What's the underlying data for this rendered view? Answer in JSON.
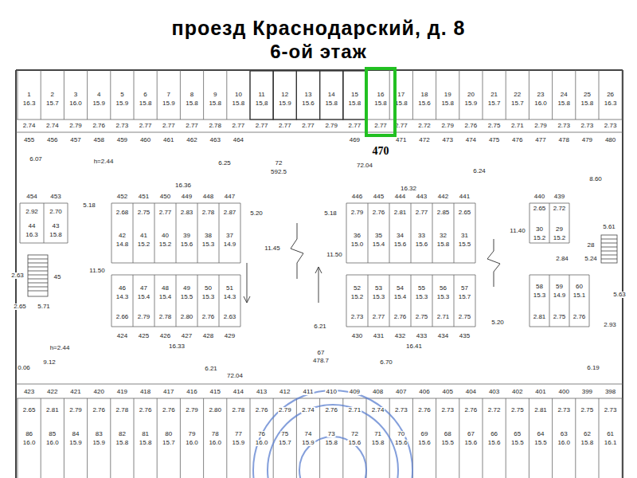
{
  "diagram": {
    "title": "проезд Краснодарский, д. 8",
    "nodes": [
      {
        "text": [
          "16",
          "15.8",
          "2.77"
        ]
      }
    ],
    "labels": [
      "6-ой этаж",
      "1",
      "16.3",
      "2",
      "15.7",
      "3",
      "16.0",
      "4",
      "15.9",
      "5",
      "15.9",
      "6",
      "15.8",
      "7",
      "15.9",
      "8",
      "15.8",
      "9",
      "15.8",
      "10",
      "15.8",
      "11",
      "15,8",
      "12",
      "15.9",
      "13",
      "15.6",
      "14",
      "15.8",
      "15",
      "15.8",
      "17",
      "15.8",
      "18",
      "15.6",
      "19",
      "15.8",
      "20",
      "15.9",
      "21",
      "15.7",
      "22",
      "15.7",
      "23",
      "16.0",
      "24",
      "15.8",
      "25",
      "15.8",
      "26",
      "16.3",
      "2.74",
      "2.74",
      "2.79",
      "2.76",
      "2.73",
      "2.77",
      "2.77",
      "2.77",
      "2.78",
      "2.77",
      "2.77",
      "2.77",
      "2.77",
      "2.79",
      "2.77",
      "2.77",
      "2.72",
      "2.79",
      "2.76",
      "2.75",
      "2.71",
      "2.79",
      "2.73",
      "2.73",
      "2.73",
      "455",
      "456",
      "457",
      "458",
      "459",
      "460",
      "461",
      "462",
      "463",
      "464",
      "469",
      "471",
      "472",
      "473",
      "474",
      "475",
      "476",
      "477",
      "478",
      "479",
      "480",
      "470",
      "452",
      "451",
      "450",
      "449",
      "448",
      "447",
      "2.68",
      "2.75",
      "2.77",
      "2.83",
      "2.78",
      "2.87",
      "42",
      "14.8",
      "41",
      "15.2",
      "40",
      "15.2",
      "39",
      "15.6",
      "38",
      "15.3",
      "37",
      "14.9",
      "46",
      "14.3",
      "47",
      "15.4",
      "48",
      "15.4",
      "49",
      "15.5",
      "50",
      "15.3",
      "51",
      "14.3",
      "2.66",
      "2.79",
      "2.78",
      "2.80",
      "2.76",
      "2.63",
      "424",
      "425",
      "426",
      "427",
      "428",
      "429",
      "446",
      "445",
      "444",
      "443",
      "442",
      "441",
      "2.79",
      "2.76",
      "2.81",
      "2.77",
      "2.85",
      "2.65",
      "36",
      "15.0",
      "35",
      "15.4",
      "34",
      "15.6",
      "33",
      "15.6",
      "32",
      "15.8",
      "31",
      "15.5",
      "52",
      "15.2",
      "53",
      "15.3",
      "54",
      "15.4",
      "55",
      "15.3",
      "56",
      "15.3",
      "57",
      "15.7",
      "2.73",
      "2.77",
      "2.76",
      "2.75",
      "2.71",
      "2.75",
      "430",
      "431",
      "432",
      "433",
      "434",
      "435",
      "454",
      "453",
      "2.92",
      "2.70",
      "44",
      "16.3",
      "43",
      "15.8",
      "45",
      "440",
      "439",
      "2.65",
      "2.72",
      "30",
      "15.2",
      "29",
      "15.2",
      "58",
      "15.3",
      "59",
      "14.9",
      "60",
      "15.1",
      "2.81",
      "2.75",
      "2.76",
      "6.07",
      "h=2.44",
      "6.25",
      "72",
      "592.5",
      "72.04",
      "6.24",
      "8.60",
      "16.36",
      "16.32",
      "5.18",
      "5.20",
      "5.18",
      "11.45",
      "11.50",
      "11.50",
      "11.40",
      "5.61",
      "28",
      "2.84",
      "5.24",
      "2.63",
      "5.71",
      "2.65",
      "5.63",
      "6.21",
      "5.20",
      "2.93",
      "16.33",
      "16.41",
      "h=2.44",
      "67",
      "478.7",
      "9.12",
      "6.70",
      "0.06",
      "6.21",
      "6.19",
      "72.04",
      "423",
      "422",
      "421",
      "420",
      "419",
      "418",
      "417",
      "416",
      "415",
      "414",
      "413",
      "412",
      "411",
      "410",
      "409",
      "408",
      "407",
      "406",
      "405",
      "404",
      "403",
      "402",
      "401",
      "400",
      "399",
      "398",
      "2.65",
      "2.81",
      "2.79",
      "2.76",
      "2.78",
      "2.76",
      "2.76",
      "2.79",
      "2.80",
      "2.78",
      "2.76",
      "2.79",
      "2.74",
      "2.76",
      "2.71",
      "2.74",
      "2.73",
      "2.76",
      "2.73",
      "2.76",
      "2.72",
      "2.75",
      "2.81",
      "2.73",
      "2.75",
      "2.73",
      "86",
      "16.0",
      "85",
      "16.0",
      "84",
      "15.9",
      "83",
      "15.9",
      "82",
      "15.8",
      "81",
      "15.8",
      "80",
      "15.7",
      "79",
      "16.0",
      "78",
      "16.0",
      "77",
      "15.9",
      "76",
      "16.0",
      "75",
      "15.7",
      "74",
      "15.9",
      "73",
      "15.8",
      "72",
      "15.6",
      "71",
      "15.8",
      "70",
      "15.6",
      "69",
      "15.6",
      "68",
      "15.5",
      "67",
      "15.6",
      "66",
      "15.6",
      "65",
      "15.5",
      "64",
      "15.5",
      "63",
      "16.0",
      "62",
      "15.8",
      "61",
      "16.1"
    ]
  }
}
